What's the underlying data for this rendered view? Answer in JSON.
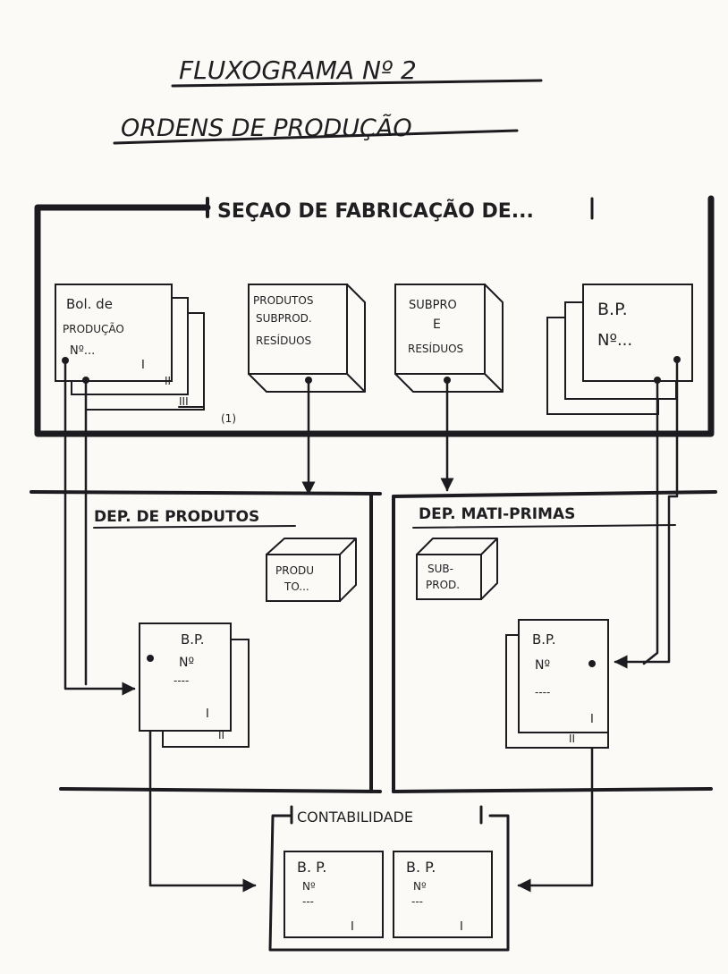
{
  "title": "FLUXOGRAMA Nº 2",
  "subtitle": "ORDENS DE PRODUÇÃO",
  "sections": {
    "fabricacao": "SEÇAO DE FABRICAÇÃO DE...",
    "produtos": "DEP. DE PRODUTOS",
    "materias": "DEP. MATI-PRIMAS",
    "contabilidade": "CONTABILIDADE"
  },
  "docs": {
    "boletim": {
      "lines": [
        "Bol. de",
        "PRODUÇÃO",
        "Nº..."
      ],
      "copies": [
        "I",
        "II",
        "III"
      ]
    },
    "bp_fab": {
      "lines": [
        "B.P.",
        "Nº..."
      ]
    },
    "bp_prod": {
      "lines": [
        "B.P.",
        "Nº",
        "----"
      ],
      "copies": [
        "I",
        "II"
      ]
    },
    "bp_mat": {
      "lines": [
        "B.P.",
        "Nº",
        "----"
      ],
      "copies": [
        "I",
        "II"
      ]
    },
    "bp_cont1": {
      "lines": [
        "B. P.",
        "Nº",
        "---"
      ],
      "copy": "I"
    },
    "bp_cont2": {
      "lines": [
        "B. P.",
        "Nº",
        "---"
      ],
      "copy": "I"
    }
  },
  "boxes": {
    "produtos": [
      "PRODUTOS",
      "SUBPROD.",
      "RESÍDUOS"
    ],
    "subpro": [
      "SUBPRO",
      "E",
      "RESÍDUOS"
    ],
    "produto": [
      "PRODU",
      "TO..."
    ],
    "subprod": [
      "SUB-",
      "PROD."
    ]
  },
  "note": "(1)"
}
